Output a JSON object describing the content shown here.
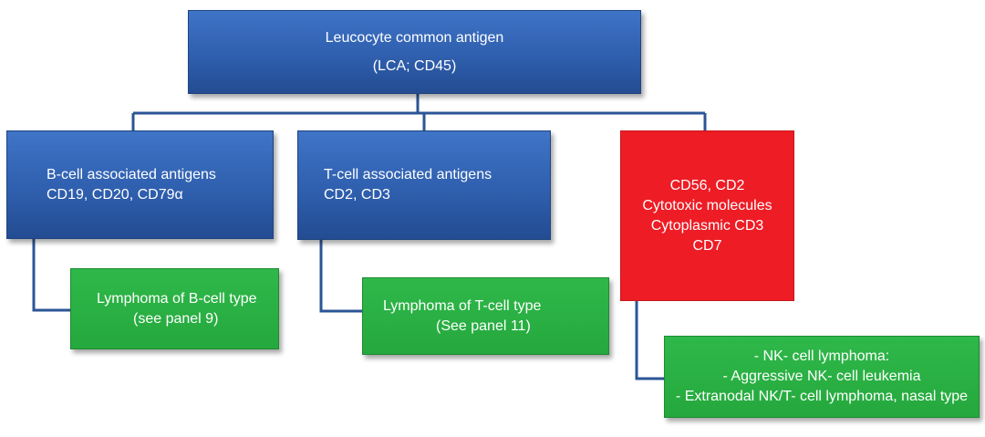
{
  "colors": {
    "blue": "#2f5fae",
    "green": "#25a83d",
    "red": "#ee1c25",
    "connector": "#2b5596"
  },
  "root": {
    "line1": "Leucocyte common antigen",
    "line2": "(LCA; CD45)"
  },
  "bcell": {
    "title": "B-cell associated antigens",
    "markers": "CD19, CD20, CD79α",
    "lymphoma": "Lymphoma of B-cell type",
    "panel": "(see panel 9)"
  },
  "tcell": {
    "title": "T-cell associated antigens",
    "markers": "CD2, CD3",
    "lymphoma": "Lymphoma of  T-cell type",
    "panel": "(See panel 11)"
  },
  "nk": {
    "markers": [
      "CD56, CD2",
      "Cytotoxic molecules",
      "Cytoplasmic CD3",
      "CD7"
    ],
    "outcomes": [
      "- NK- cell lymphoma:",
      "- Aggressive NK- cell leukemia",
      "- Extranodal NK/T- cell lymphoma, nasal type"
    ]
  }
}
